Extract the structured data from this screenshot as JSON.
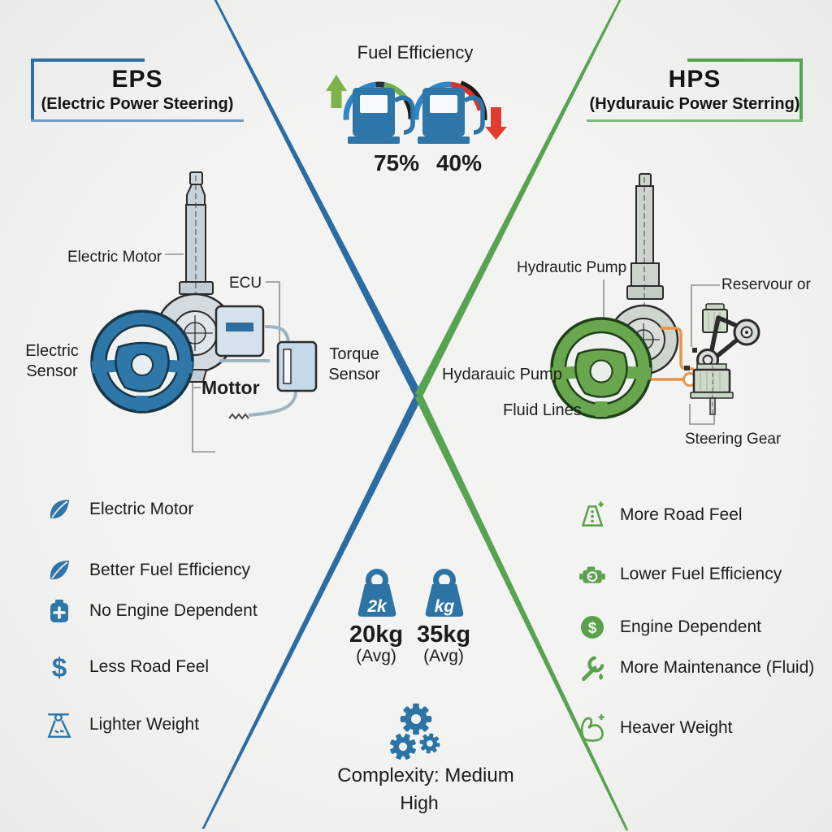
{
  "colors": {
    "eps_blue": "#2e75a8",
    "hps_green": "#5ca050",
    "divider_blue": "#2b6ca3",
    "divider_green": "#57a351",
    "fluid_orange": "#e8954a",
    "arrow_up_green": "#7cb34a",
    "arrow_down_red": "#e23c30"
  },
  "icons": {
    "dollar": "$"
  },
  "eps": {
    "title": "EPS",
    "subtitle": "(Electric Power Steering)",
    "diagram_labels": {
      "electric_motor": "Electric Motor",
      "ecu": "ECU",
      "electric_sensor": "Electric Sensor",
      "mottor": "Mottor",
      "torque_sensor": "Torque Sensor"
    },
    "features": [
      {
        "icon": "leaf-icon",
        "label": "Electric Motor"
      },
      {
        "icon": "leaf-icon",
        "label": "Better Fuel Efficiency"
      },
      {
        "icon": "battery-icon",
        "label": "No Engine Dependent"
      },
      {
        "icon": "dollar-icon",
        "label": "Less Road Feel"
      },
      {
        "icon": "scale-weight-icon",
        "label": "Lighter Weight"
      }
    ]
  },
  "hps": {
    "title": "HPS",
    "subtitle": "(Hydurauic Power Sterring)",
    "diagram_labels": {
      "hydrautic_pump": "Hydrautic Pump",
      "reservoir": "Reservour or",
      "hydarauic_pump": "Hydarauic Pump",
      "fluid_lines": "Fluid Lines",
      "steering_gear": "Steering Gear"
    },
    "features": [
      {
        "icon": "road-cone-icon",
        "label": "More Road Feel"
      },
      {
        "icon": "engine-icon",
        "label": "Lower Fuel Efficiency"
      },
      {
        "icon": "dollar-circle-icon",
        "label": "Engine Dependent"
      },
      {
        "icon": "wrench-icon",
        "label": "More Maintenance (Fluid)"
      },
      {
        "icon": "bicep-icon",
        "label": "Heaver Weight"
      }
    ]
  },
  "fuel_efficiency": {
    "title": "Fuel Efficiency",
    "eps_value": "75%",
    "hps_value": "40%"
  },
  "weight": {
    "eps_badge": "2k",
    "hps_badge": "kg",
    "eps_value": "20kg",
    "eps_note": "(Avg)",
    "hps_value": "35kg",
    "hps_note": "(Avg)"
  },
  "complexity": {
    "line1": "Complexity: Medium",
    "line2": "High"
  }
}
